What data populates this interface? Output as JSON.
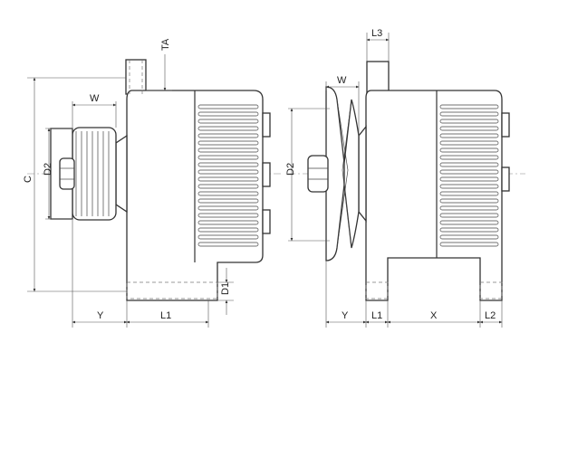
{
  "drawing": {
    "left_view": {
      "labels": {
        "ta": "TA",
        "w": "W",
        "c": "C",
        "d2": "D2",
        "d1": "D1",
        "y": "Y",
        "l1": "L1"
      }
    },
    "right_view": {
      "labels": {
        "l3": "L3",
        "w": "W",
        "d2": "D2",
        "y": "Y",
        "l1": "L1",
        "x": "X",
        "l2": "L2"
      }
    }
  }
}
